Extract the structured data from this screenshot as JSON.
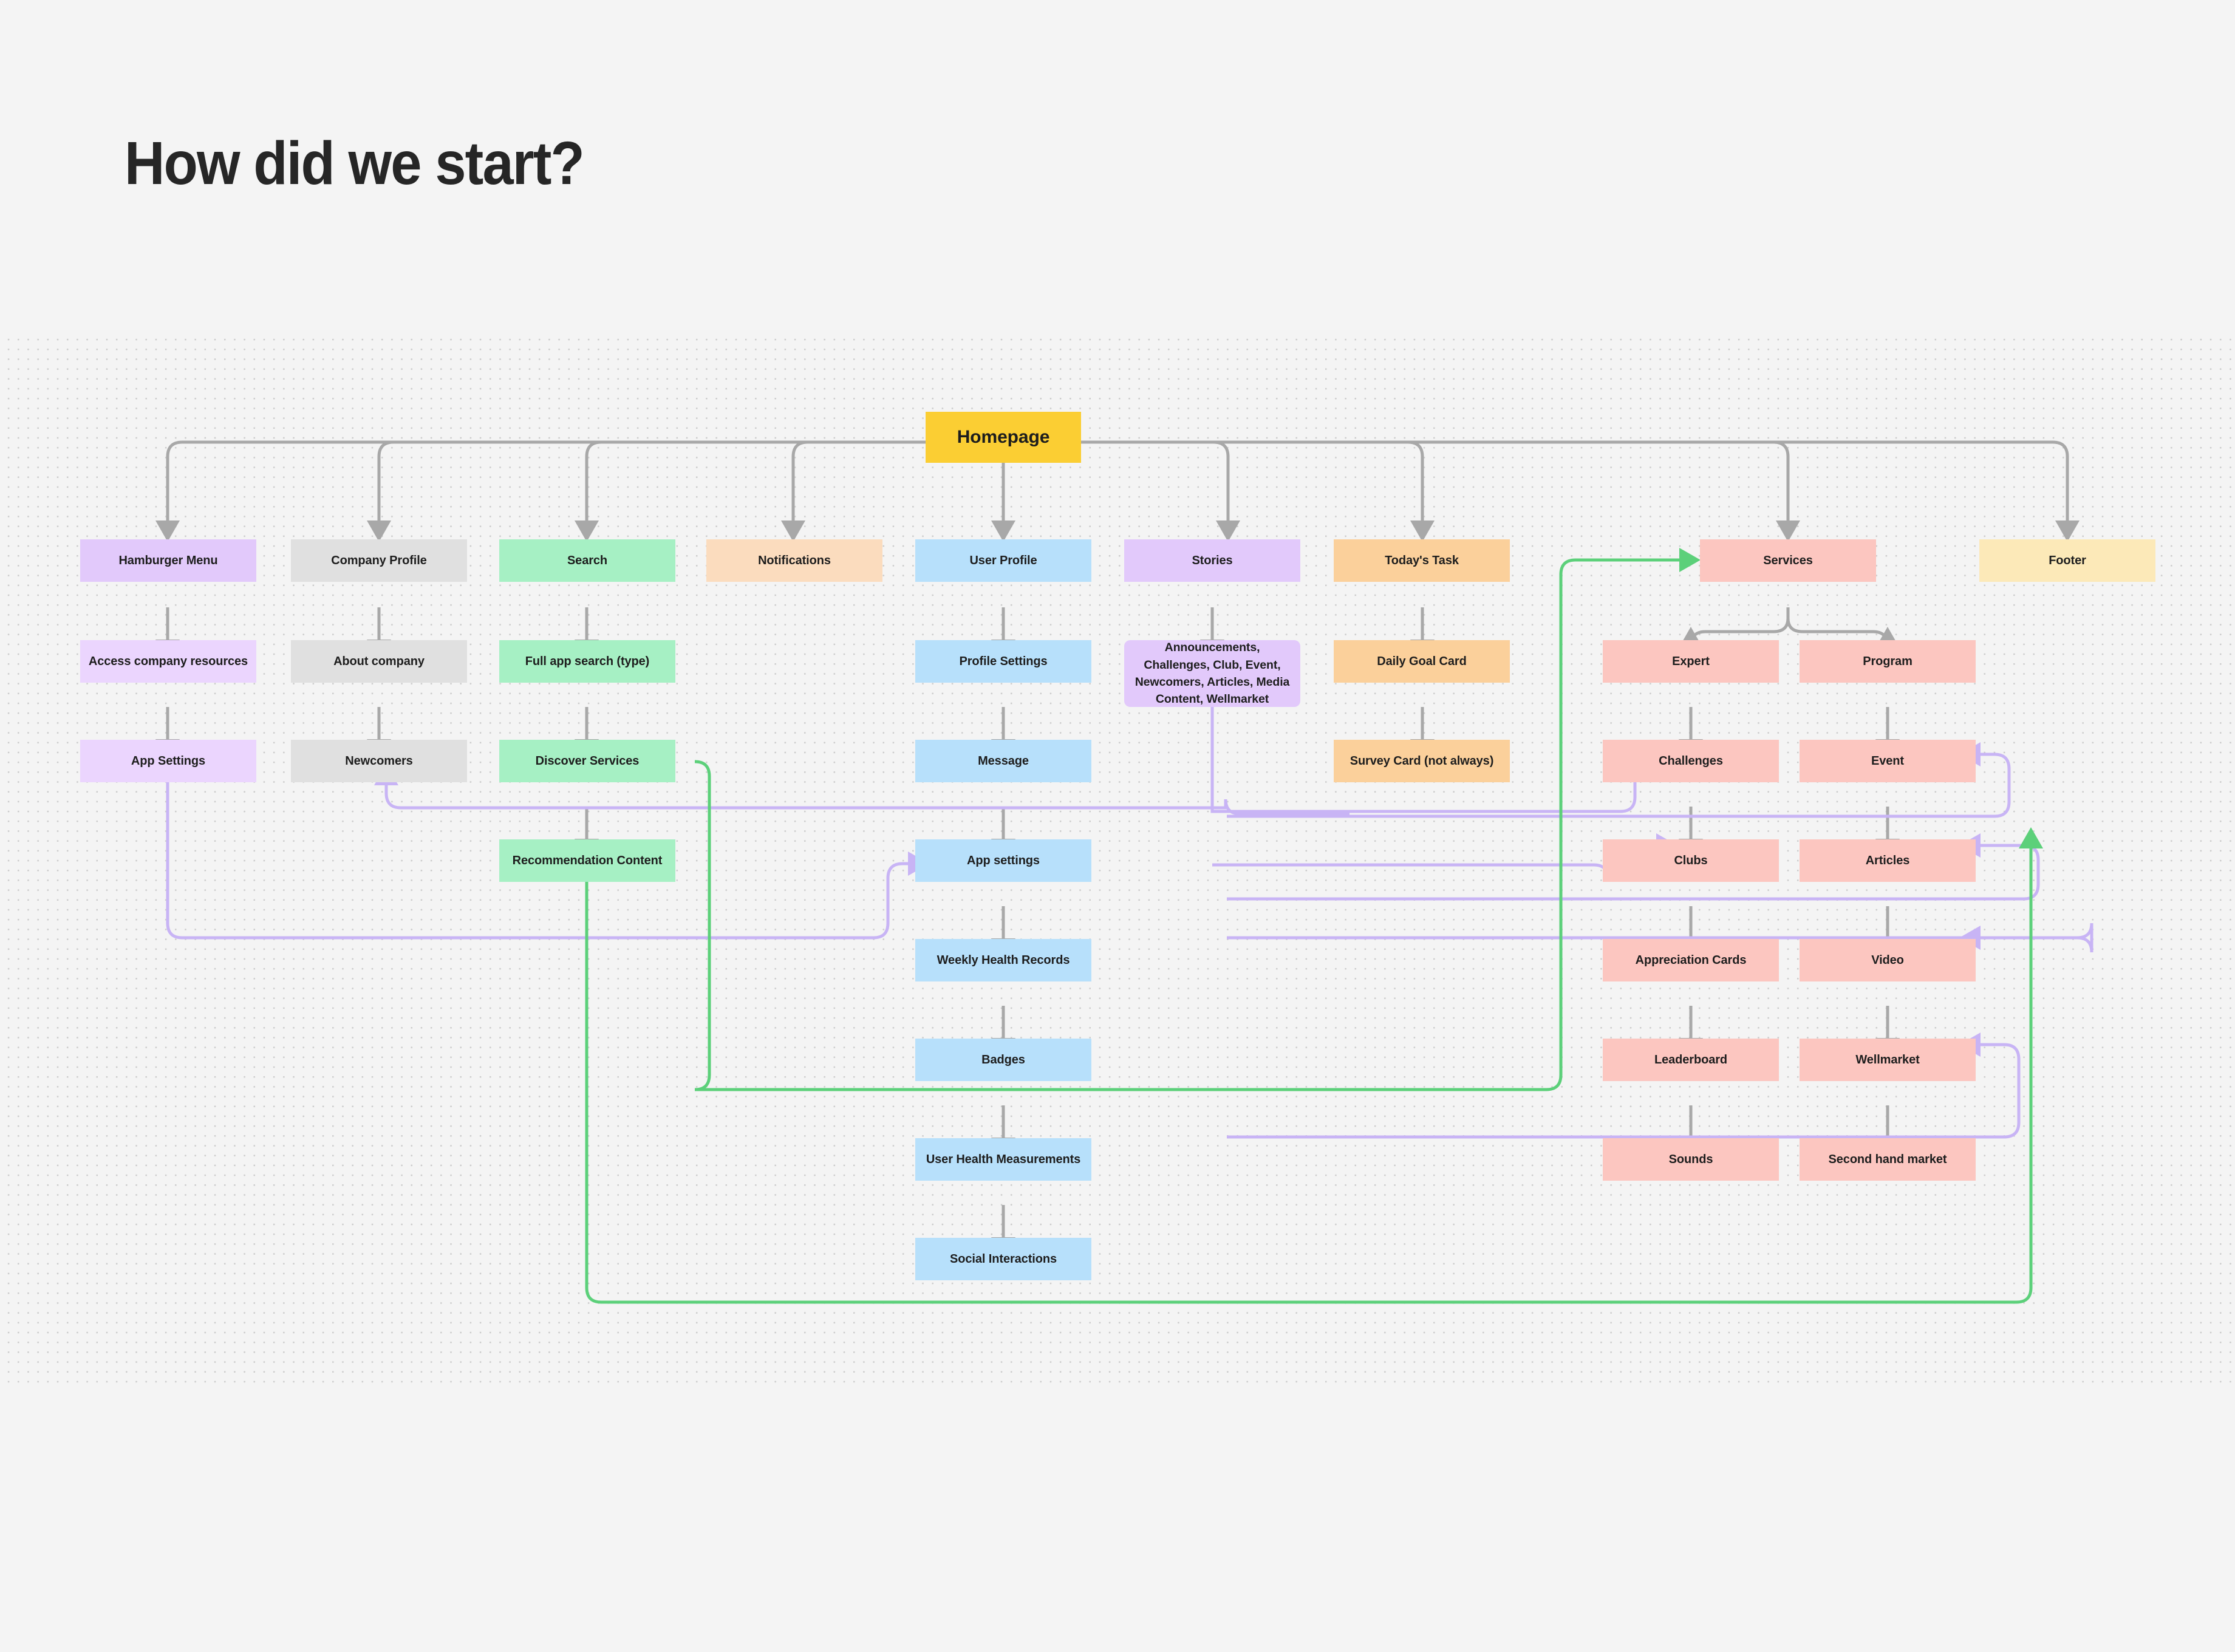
{
  "page": {
    "title": "How did we start?",
    "background_color": "#f4f4f4",
    "grid_dot_color": "#cccccc"
  },
  "palette": {
    "yellow": "#FBCE33",
    "cream": "#FCE9B8",
    "purple": "#E2C9FB",
    "purple_light": "#EBD5FE",
    "gray": "#E0E0E0",
    "green": "#A6F0C4",
    "peach": "#FBDCBE",
    "orange": "#FBD09B",
    "blue": "#B7E0FB",
    "red": "#FCC6C0",
    "edge_gray": "#A8A8A8",
    "edge_purple": "#C8B4F5",
    "edge_green": "#5CD07A"
  },
  "diagram": {
    "type": "sitemap-flowchart",
    "root": {
      "label": "Homepage",
      "color_key": "yellow"
    },
    "columns": [
      {
        "id": "hamburger-menu",
        "color_key": "purple",
        "nodes": [
          {
            "label": "Hamburger Menu"
          },
          {
            "label": "Access company resources"
          },
          {
            "label": "App Settings"
          }
        ]
      },
      {
        "id": "company-profile",
        "color_key": "gray",
        "nodes": [
          {
            "label": "Company Profile"
          },
          {
            "label": "About company"
          },
          {
            "label": "Newcomers"
          }
        ]
      },
      {
        "id": "search",
        "color_key": "green",
        "nodes": [
          {
            "label": "Search"
          },
          {
            "label": "Full app search (type)"
          },
          {
            "label": "Discover Services"
          },
          {
            "label": "Recommendation Content"
          }
        ]
      },
      {
        "id": "notifications",
        "color_key": "peach",
        "nodes": [
          {
            "label": "Notifications"
          }
        ]
      },
      {
        "id": "user-profile",
        "color_key": "blue",
        "nodes": [
          {
            "label": "User Profile"
          },
          {
            "label": "Profile Settings"
          },
          {
            "label": "Message"
          },
          {
            "label": "App settings"
          },
          {
            "label": "Weekly Health Records"
          },
          {
            "label": "Badges"
          },
          {
            "label": "User Health Measurements"
          },
          {
            "label": "Social Interactions"
          }
        ]
      },
      {
        "id": "stories",
        "color_key": "purple",
        "nodes": [
          {
            "label": "Stories"
          },
          {
            "label": "Announcements, Challenges, Club, Event, Newcomers, Articles, Media Content, Wellmarket",
            "multiline": true
          }
        ]
      },
      {
        "id": "todays-task",
        "color_key": "orange",
        "nodes": [
          {
            "label": "Today's Task"
          },
          {
            "label": "Daily Goal Card"
          },
          {
            "label": "Survey Card (not always)"
          }
        ]
      },
      {
        "id": "services",
        "color_key": "red",
        "nodes": [
          {
            "label": "Services"
          }
        ],
        "branch_left": [
          {
            "label": "Expert"
          },
          {
            "label": "Challenges"
          },
          {
            "label": "Clubs"
          },
          {
            "label": "Appreciation Cards"
          },
          {
            "label": "Leaderboard"
          },
          {
            "label": "Sounds"
          }
        ],
        "branch_right": [
          {
            "label": "Program"
          },
          {
            "label": "Event"
          },
          {
            "label": "Articles"
          },
          {
            "label": "Video"
          },
          {
            "label": "Wellmarket"
          },
          {
            "label": "Second hand market"
          }
        ]
      },
      {
        "id": "footer",
        "color_key": "cream",
        "nodes": [
          {
            "label": "Footer"
          }
        ]
      }
    ],
    "cross_links": [
      {
        "from": "Discover Services",
        "to": "Services",
        "color_key": "edge_green"
      },
      {
        "from": "Recommendation Content",
        "to": "Articles",
        "color_key": "edge_green"
      },
      {
        "from": "App Settings",
        "to": "App settings",
        "color_key": "edge_purple"
      },
      {
        "from": "Announcements group",
        "to": "Newcomers",
        "color_key": "edge_purple"
      },
      {
        "from": "Announcements group",
        "to": "Challenges",
        "color_key": "edge_purple"
      },
      {
        "from": "Announcements group",
        "to": "Clubs",
        "color_key": "edge_purple"
      },
      {
        "from": "Announcements group",
        "to": "Event",
        "color_key": "edge_purple"
      },
      {
        "from": "Announcements group",
        "to": "Articles",
        "color_key": "edge_purple"
      },
      {
        "from": "Announcements group",
        "to": "Video",
        "color_key": "edge_purple"
      },
      {
        "from": "Announcements group",
        "to": "Wellmarket",
        "color_key": "edge_purple"
      }
    ]
  }
}
